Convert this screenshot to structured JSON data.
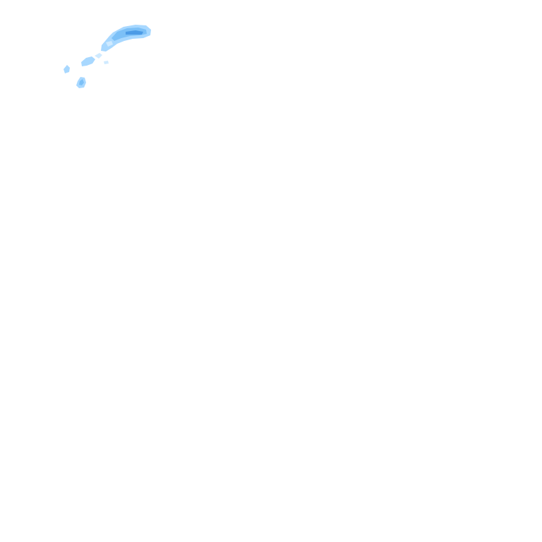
{
  "layer": {
    "kind": "precipitation-radar-overlay",
    "background": "#ffffff",
    "intensity_palette": {
      "very-light": "#cfeaff",
      "light": "#a8d8ff",
      "moderate": "#7cc0f7",
      "heavy": "#4c9be6"
    },
    "echo_regions": [
      "main-band",
      "band-tail",
      "fragment-west",
      "cell-south"
    ]
  }
}
